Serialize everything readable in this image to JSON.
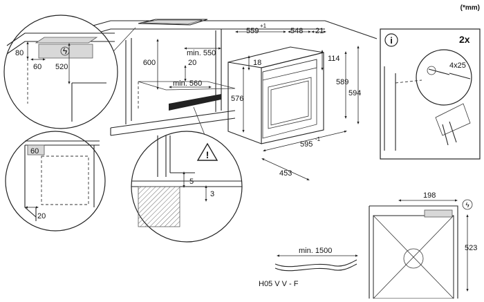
{
  "unit_note": "(*mm)",
  "cabinet": {
    "dim_600": "600",
    "min_550": "min. 550",
    "dim_20": "20",
    "min_560": "min. 560"
  },
  "oven": {
    "dim_559": "559",
    "tol_559": "+1",
    "dim_548": "548",
    "dim_21": "21",
    "dim_18": "18",
    "dim_114": "114",
    "dim_576": "576",
    "dim_589": "589",
    "dim_594": "594",
    "dim_595": "595",
    "tol_595": "-1",
    "dim_453": "453"
  },
  "detail_top_left": {
    "dim_80": "80",
    "dim_60": "60",
    "dim_520": "520"
  },
  "detail_mid_left": {
    "dim_60": "60",
    "dim_20": "20"
  },
  "detail_floor": {
    "dim_5": "5",
    "dim_3": "3"
  },
  "info_panel": {
    "info_glyph": "i",
    "multiplier": "2x",
    "screw_size": "4x25"
  },
  "cable": {
    "min_length": "min. 1500",
    "cable_type": "H05 V V - F"
  },
  "top_view": {
    "dim_198": "198",
    "dim_523": "523"
  }
}
